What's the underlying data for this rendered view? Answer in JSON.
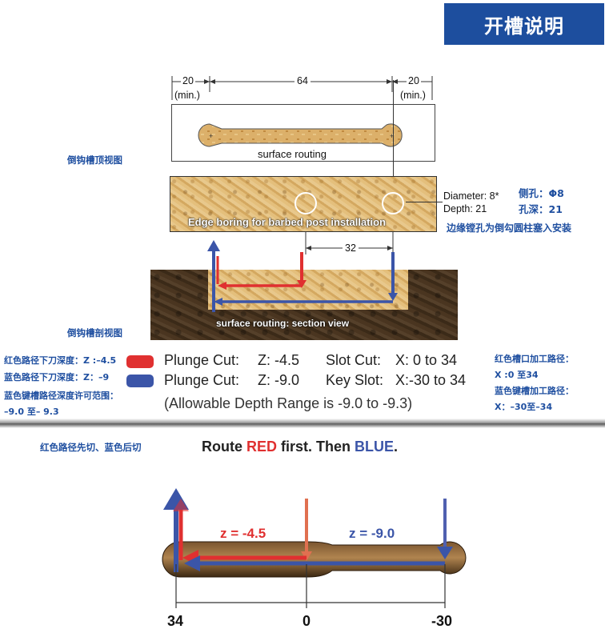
{
  "header": {
    "title": "开槽说明"
  },
  "top_view": {
    "label_cn": "倒钩槽顶视图",
    "dim_left": "20",
    "dim_left_sub": "(min.)",
    "dim_mid": "64",
    "dim_right": "20",
    "dim_right_sub": "(min.)",
    "caption": "surface routing"
  },
  "edge_view": {
    "caption": "Edge boring for barbed post installation",
    "diameter_label": "Diameter: 8*",
    "depth_label": "Depth: 21",
    "side_hole_cn": "侧孔：Φ8",
    "hole_depth_cn": "孔深：21",
    "note_cn": "边缘镗孔为倒勾圆柱塞入安装",
    "dim_spacing": "32"
  },
  "section_view": {
    "label_cn": "倒钩槽剖视图",
    "caption": "surface routing: section view"
  },
  "legend": {
    "left_cn": [
      "红色路径下刀深度：Z :–4.5",
      "蓝色路径下刀深度：Z：–9",
      "蓝色键槽路径深度许可范围：",
      "–9.0 至– 9.3"
    ],
    "red_row": {
      "plunge": "Plunge Cut:",
      "plunge_val": "Z: -4.5",
      "slot": "Slot Cut:",
      "slot_val": "X: 0 to 34"
    },
    "blue_row": {
      "plunge": "Plunge Cut:",
      "plunge_val": "Z: -9.0",
      "slot": "Key Slot:",
      "slot_val": "X:-30 to 34"
    },
    "range_note": "(Allowable Depth Range is -9.0 to -9.3)",
    "right_cn": [
      "红色槽口加工路径：",
      "X :0 至34",
      "蓝色键槽加工路径：",
      "X：–30至–34"
    ],
    "red_color": "#e03030",
    "blue_color": "#3b55a8"
  },
  "route": {
    "order_cn": "红色路径先切、蓝色后切",
    "text_a": "Route ",
    "text_red": "RED",
    "text_b": " first. Then ",
    "text_blue": "BLUE",
    "text_c": "."
  },
  "bottom_diagram": {
    "z_red": "z = -4.5",
    "z_blue": "z = -9.0",
    "x_labels": [
      "34",
      "0",
      "-30"
    ]
  }
}
